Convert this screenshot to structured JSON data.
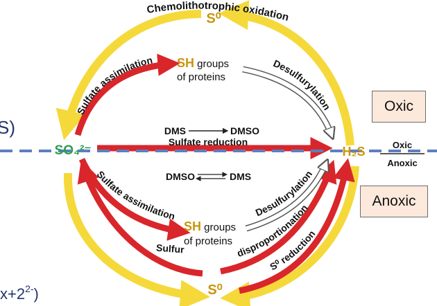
{
  "nodes": {
    "s0_top": "S⁰",
    "s0_bottom": "S⁰",
    "so4": "SO₄²⁻",
    "h2s": "H₂S",
    "sh_top_sh": "SH",
    "sh_top_groups": " groups",
    "sh_top_proteins": "of proteins",
    "sh_bottom_sh": "SH",
    "sh_bottom_groups": " groups",
    "sh_bottom_proteins": "of proteins"
  },
  "process_labels": {
    "chemolithotrophic_oxidation": "Chemolithotrophic oxidation",
    "sulfate_assimilation_top": "Sulfate assimilation",
    "desulfurylation_top": "Desulfurylation",
    "dms_to_dmso_left": "DMS",
    "dms_to_dmso_right": "DMSO",
    "sulfate_reduction": "Sulfate reduction",
    "dmso_dms_left": "DMSO",
    "dmso_dms_right": "DMS",
    "sulfate_assimilation_bottom": "Sulfate assimilation",
    "desulfurylation_bottom": "Desulfurylation",
    "sulfur": "Sulfur",
    "disproportionation": "disproportionation",
    "s0_reduction": "S⁰ reduction"
  },
  "boundary": {
    "oxic": "Oxic",
    "anoxic": "Anoxic"
  },
  "boxes": {
    "oxic": "Oxic",
    "anoxic": "Anoxic"
  },
  "edge_text": {
    "left_paren": "S)",
    "left_bottom": "x+2"
  },
  "colors": {
    "yellow": "#f5d93a",
    "red": "#d9262b",
    "green": "#2e9e4f",
    "gold": "#c8960c",
    "blue_dash": "#5b7fc0",
    "box_fill": "#fde9dc",
    "edge_text": "#24356e"
  }
}
